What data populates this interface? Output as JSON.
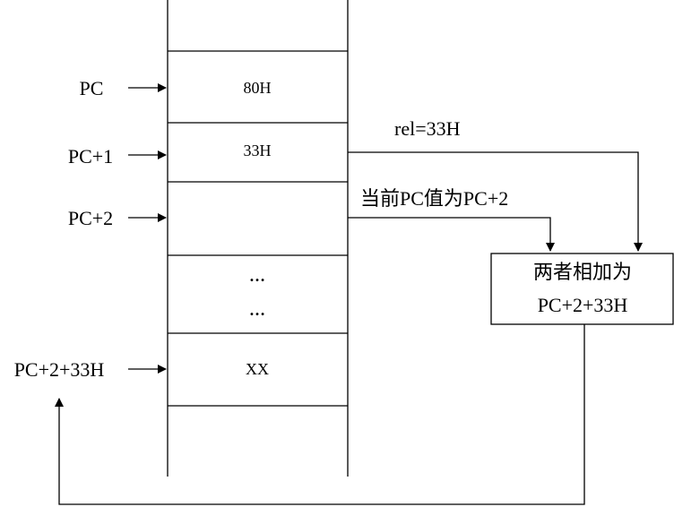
{
  "pointers": [
    "PC",
    "PC+1",
    "PC+2",
    "PC+2+33H"
  ],
  "cells": [
    "80H",
    "33H",
    "",
    "XX"
  ],
  "ellipsis": [
    "…",
    "…"
  ],
  "rel_label": "rel=33H",
  "current_pc_label": "当前PC值为PC+2",
  "sum_box": {
    "line1": "两者相加为",
    "line2": "PC+2+33H"
  }
}
